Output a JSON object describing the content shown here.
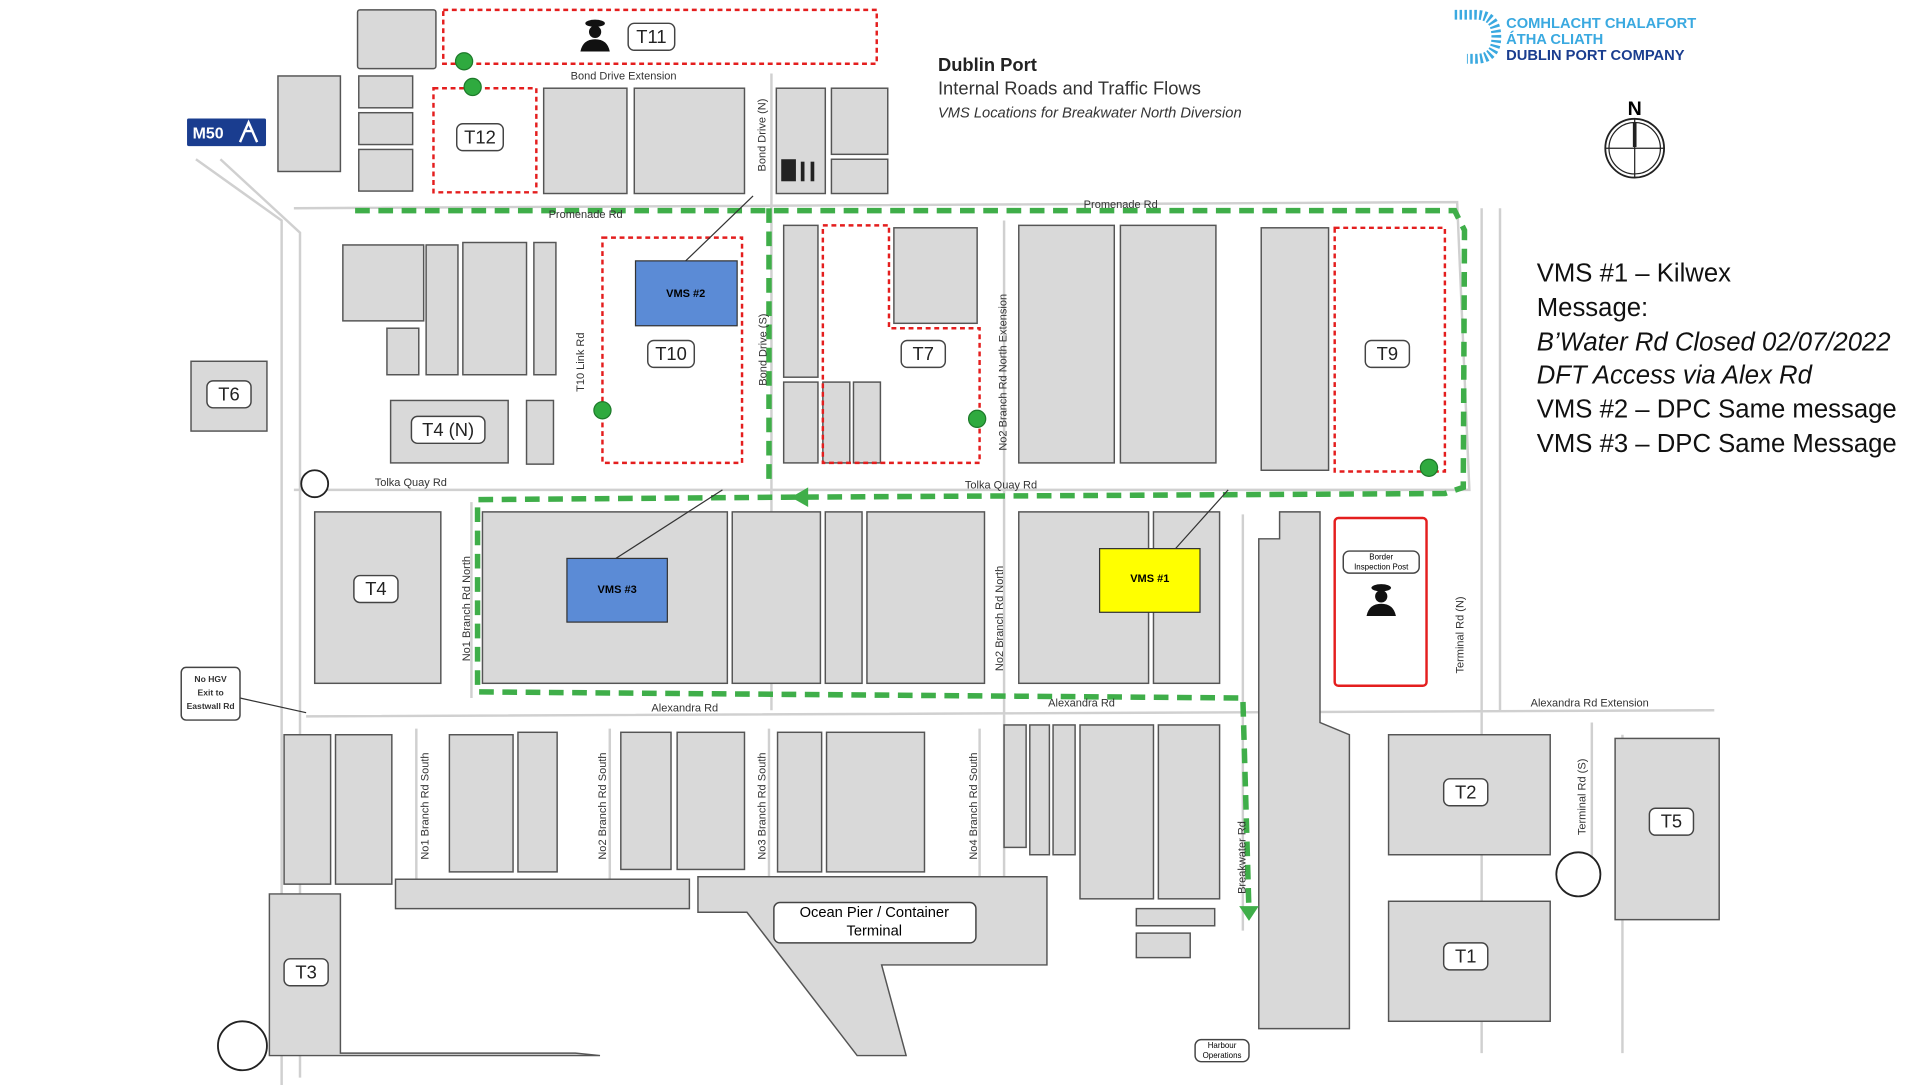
{
  "header": {
    "title": "Dublin Port",
    "subtitle": "Internal Roads and Traffic Flows",
    "caption": "VMS Locations for Breakwater North Diversion"
  },
  "logo": {
    "line1": "COMHLACHT CHALAFORT",
    "line2": "ÁTHA CLIATH",
    "line3": "DUBLIN PORT COMPANY",
    "color_light": "#3aa9e0",
    "color_dark": "#1a3d8f"
  },
  "compass": {
    "label": "N"
  },
  "motorway_sign": {
    "label": "M50",
    "color": "#1a3d8f"
  },
  "terminals": {
    "t11": "T11",
    "t12": "T12",
    "t10": "T10",
    "t7": "T7",
    "t9": "T9",
    "t6": "T6",
    "t4n": "T4 (N)",
    "t4": "T4",
    "t2": "T2",
    "t5": "T5",
    "t1": "T1",
    "t3": "T3"
  },
  "vms": {
    "vms1": "VMS #1",
    "vms2": "VMS #2",
    "vms3": "VMS #3",
    "vms1_color": "#ffff00",
    "vms_blue": "#5b8bd6"
  },
  "places": {
    "ocean_pier_1": "Ocean Pier / Container",
    "ocean_pier_2": "Terminal",
    "border_1": "Border",
    "border_2": "Inspection Post",
    "harbour_1": "Harbour",
    "harbour_2": "Operations",
    "no_hgv_1": "No HGV",
    "no_hgv_2": "Exit to",
    "no_hgv_3": "Eastwall Rd"
  },
  "roads": {
    "bond_ext": "Bond Drive Extension",
    "promenade_w": "Promenade Rd",
    "promenade_e": "Promenade Rd",
    "tolka_w": "Tolka Quay Rd",
    "tolka_e": "Tolka Quay Rd",
    "alexandra_w": "Alexandra Rd",
    "alexandra_e": "Alexandra Rd",
    "alexandra_ext": "Alexandra Rd Extension",
    "t10_link": "T10 Link Rd",
    "bond_n": "Bond Drive (N)",
    "bond_s": "Bond Drive (S)",
    "no2_north_ext": "No2 Branch Rd North Extension",
    "no1_north": "No1 Branch Rd North",
    "no2_north": "No2 Branch Rd North",
    "terminal_n": "Terminal Rd (N)",
    "terminal_s": "Terminal Rd (S)",
    "breakwater": "Breakwater Rd",
    "no1_south": "No1 Branch Rd South",
    "no2_south": "No2 Branch Rd South",
    "no3_south": "No3 Branch Rd South",
    "no4_south": "No4 Branch Rd South"
  },
  "info_panel": {
    "line1": "VMS #1 – Kilwex",
    "line2": "Message:",
    "line3": "B’Water Rd Closed 02/07/2022",
    "line4": "DFT Access via Alex Rd",
    "line5": "VMS #2 – DPC Same message",
    "line6": "VMS #3 – DPC Same Message"
  },
  "colors": {
    "route": "#3fae49",
    "zone": "#e41e1e"
  }
}
